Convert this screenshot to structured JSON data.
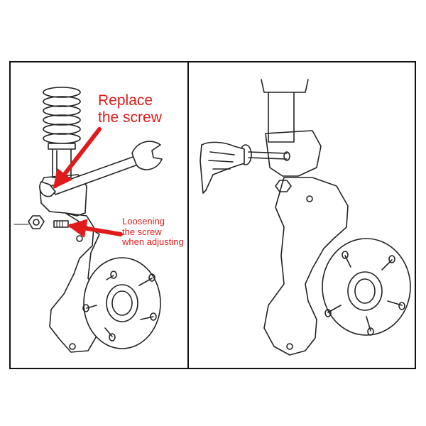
{
  "labels": {
    "replace": [
      "Replace",
      "the screw"
    ],
    "loosen": [
      "Loosening",
      "the screw",
      "when adjusting"
    ]
  },
  "colors": {
    "annotation": "#e01b1b",
    "line": "#222222",
    "frame": "#111111",
    "background": "#ffffff"
  },
  "icons": [
    "coil-spring-icon",
    "wrench-icon",
    "hand-icon",
    "wheel-hub-icon",
    "nut-icon",
    "bolt-icon",
    "arrow-icon"
  ]
}
